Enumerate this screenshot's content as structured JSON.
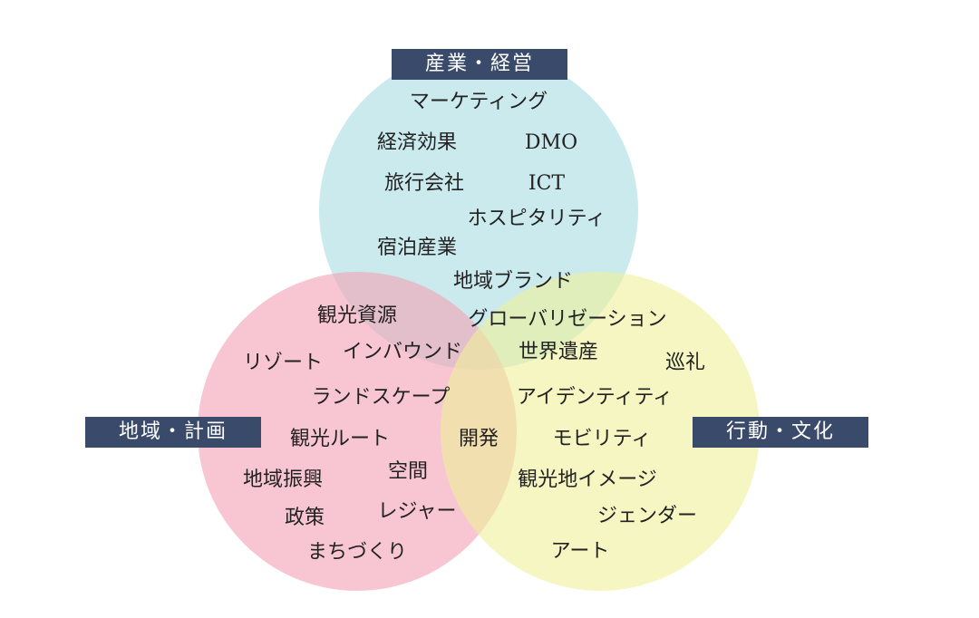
{
  "colors": {
    "top_circle": "#a9dce3",
    "left_circle": "#f3a0b4",
    "right_circle": "#eef09a",
    "label_bg": "#3a4a6b",
    "label_text": "#ffffff"
  },
  "labels": {
    "industry": "産業・経営",
    "region": "地域・計画",
    "culture": "行動・文化"
  },
  "terms": {
    "marketing": "マーケティング",
    "economic_effect": "経済効果",
    "dmo": "DMO",
    "travel_agency": "旅行会社",
    "ict": "ICT",
    "hospitality": "ホスピタリティ",
    "lodging_industry": "宿泊産業",
    "regional_brand": "地域ブランド",
    "tourism_resources": "観光資源",
    "globalization": "グローバリゼーション",
    "resort": "リゾート",
    "inbound": "インバウンド",
    "world_heritage": "世界遺産",
    "pilgrimage": "巡礼",
    "landscape": "ランドスケープ",
    "identity": "アイデンティティ",
    "tourism_route": "観光ルート",
    "development": "開発",
    "mobility": "モビリティ",
    "regional_promotion": "地域振興",
    "space": "空間",
    "destination_image": "観光地イメージ",
    "policy": "政策",
    "leisure": "レジャー",
    "gender": "ジェンダー",
    "town_planning": "まちづくり",
    "art": "アート"
  }
}
